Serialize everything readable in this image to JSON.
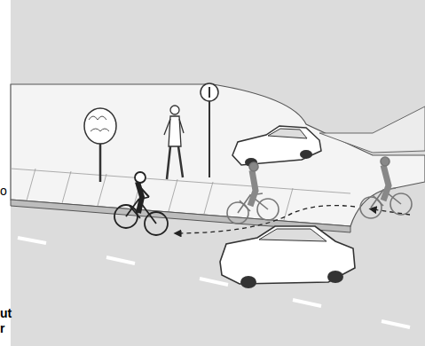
{
  "diagram": {
    "labels": [
      "o",
      "ut",
      "r"
    ]
  }
}
